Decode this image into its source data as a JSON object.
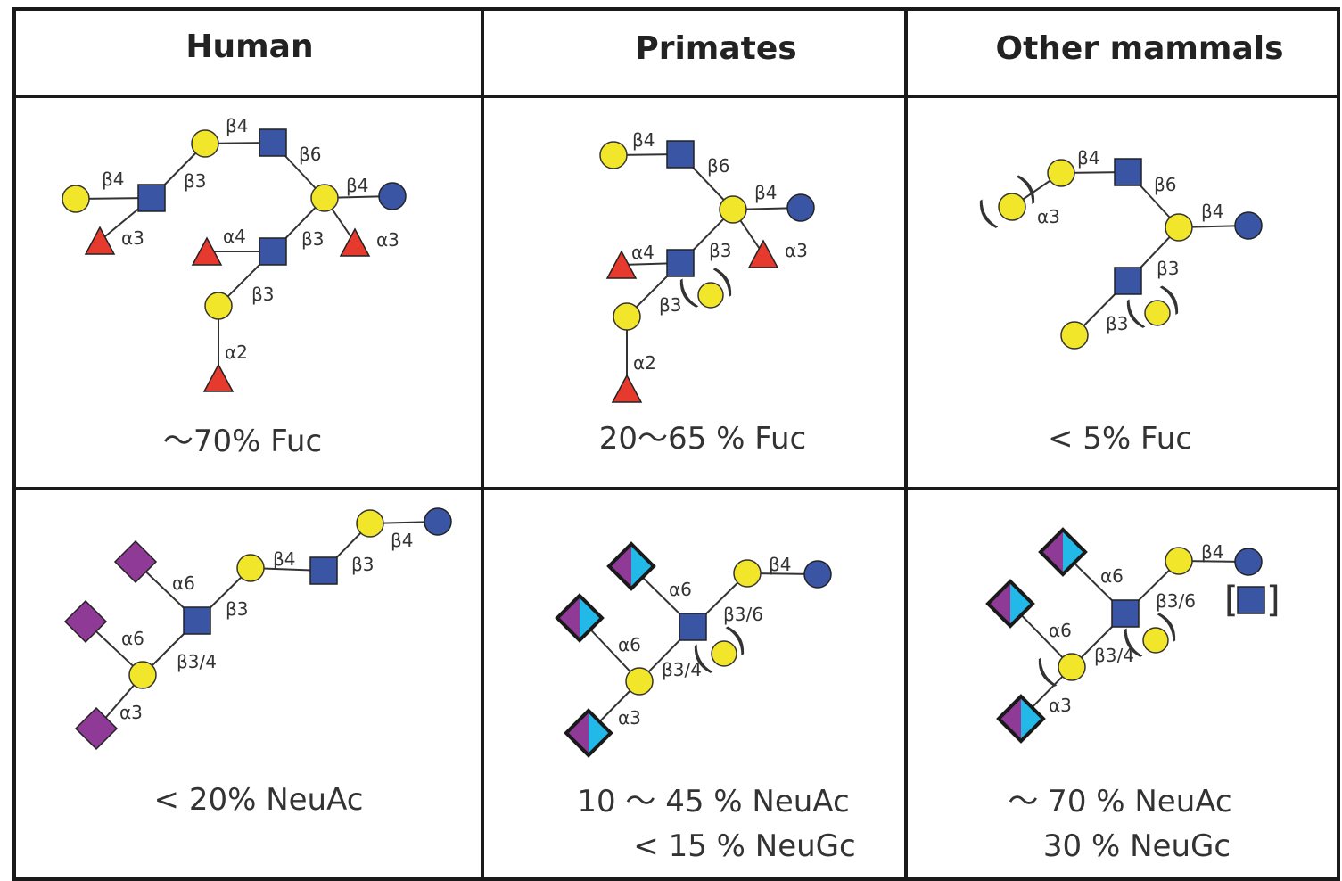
{
  "colors": {
    "galactose_circle": "#f2e62a",
    "glucose_circle": "#3a55a4",
    "glcnac_square": "#3a55a4",
    "fucose_triangle": "#e63a2e",
    "neuac_diamond": "#8e3a96",
    "neugc_half": "#22b8e8",
    "border": "#1a1a1a"
  },
  "columns": [
    {
      "header": "Human"
    },
    {
      "header": "Primates"
    },
    {
      "header": "Other mammals"
    }
  ],
  "row_fuc": {
    "human": {
      "caption": "～70% Fuc"
    },
    "primates": {
      "caption": "20～65 % Fuc"
    },
    "other": {
      "caption": "< 5% Fuc"
    }
  },
  "row_neu": {
    "human": {
      "caption": "< 20% NeuAc"
    },
    "primates": {
      "caption": "10 ～  45 % NeuAc",
      "caption2": "< 15 % NeuGc"
    },
    "other": {
      "caption": "～  70 % NeuAc",
      "caption2": "30 % NeuGc"
    }
  },
  "links": {
    "human_fuc": [
      "β4",
      "β3",
      "β4",
      "β6",
      "β4",
      "α3",
      "α4",
      "β3",
      "α3",
      "β3",
      "α2"
    ],
    "primates_fuc": [
      "β4",
      "β6",
      "β4",
      "α4",
      "β3",
      "α3",
      "β3",
      "α2"
    ],
    "other_fuc": [
      "β4",
      "α3",
      "β6",
      "β4",
      "β3",
      "β3"
    ],
    "human_neu": [
      "β4",
      "β4",
      "β3",
      "β3",
      "α6",
      "α6",
      "β3/4",
      "α3"
    ],
    "primates_neu": [
      "β4",
      "α6",
      "β3/6",
      "α6",
      "β3/4",
      "α3"
    ],
    "other_neu": [
      "β4",
      "α6",
      "β3/6",
      "α6",
      "β3/4",
      "α3"
    ]
  }
}
